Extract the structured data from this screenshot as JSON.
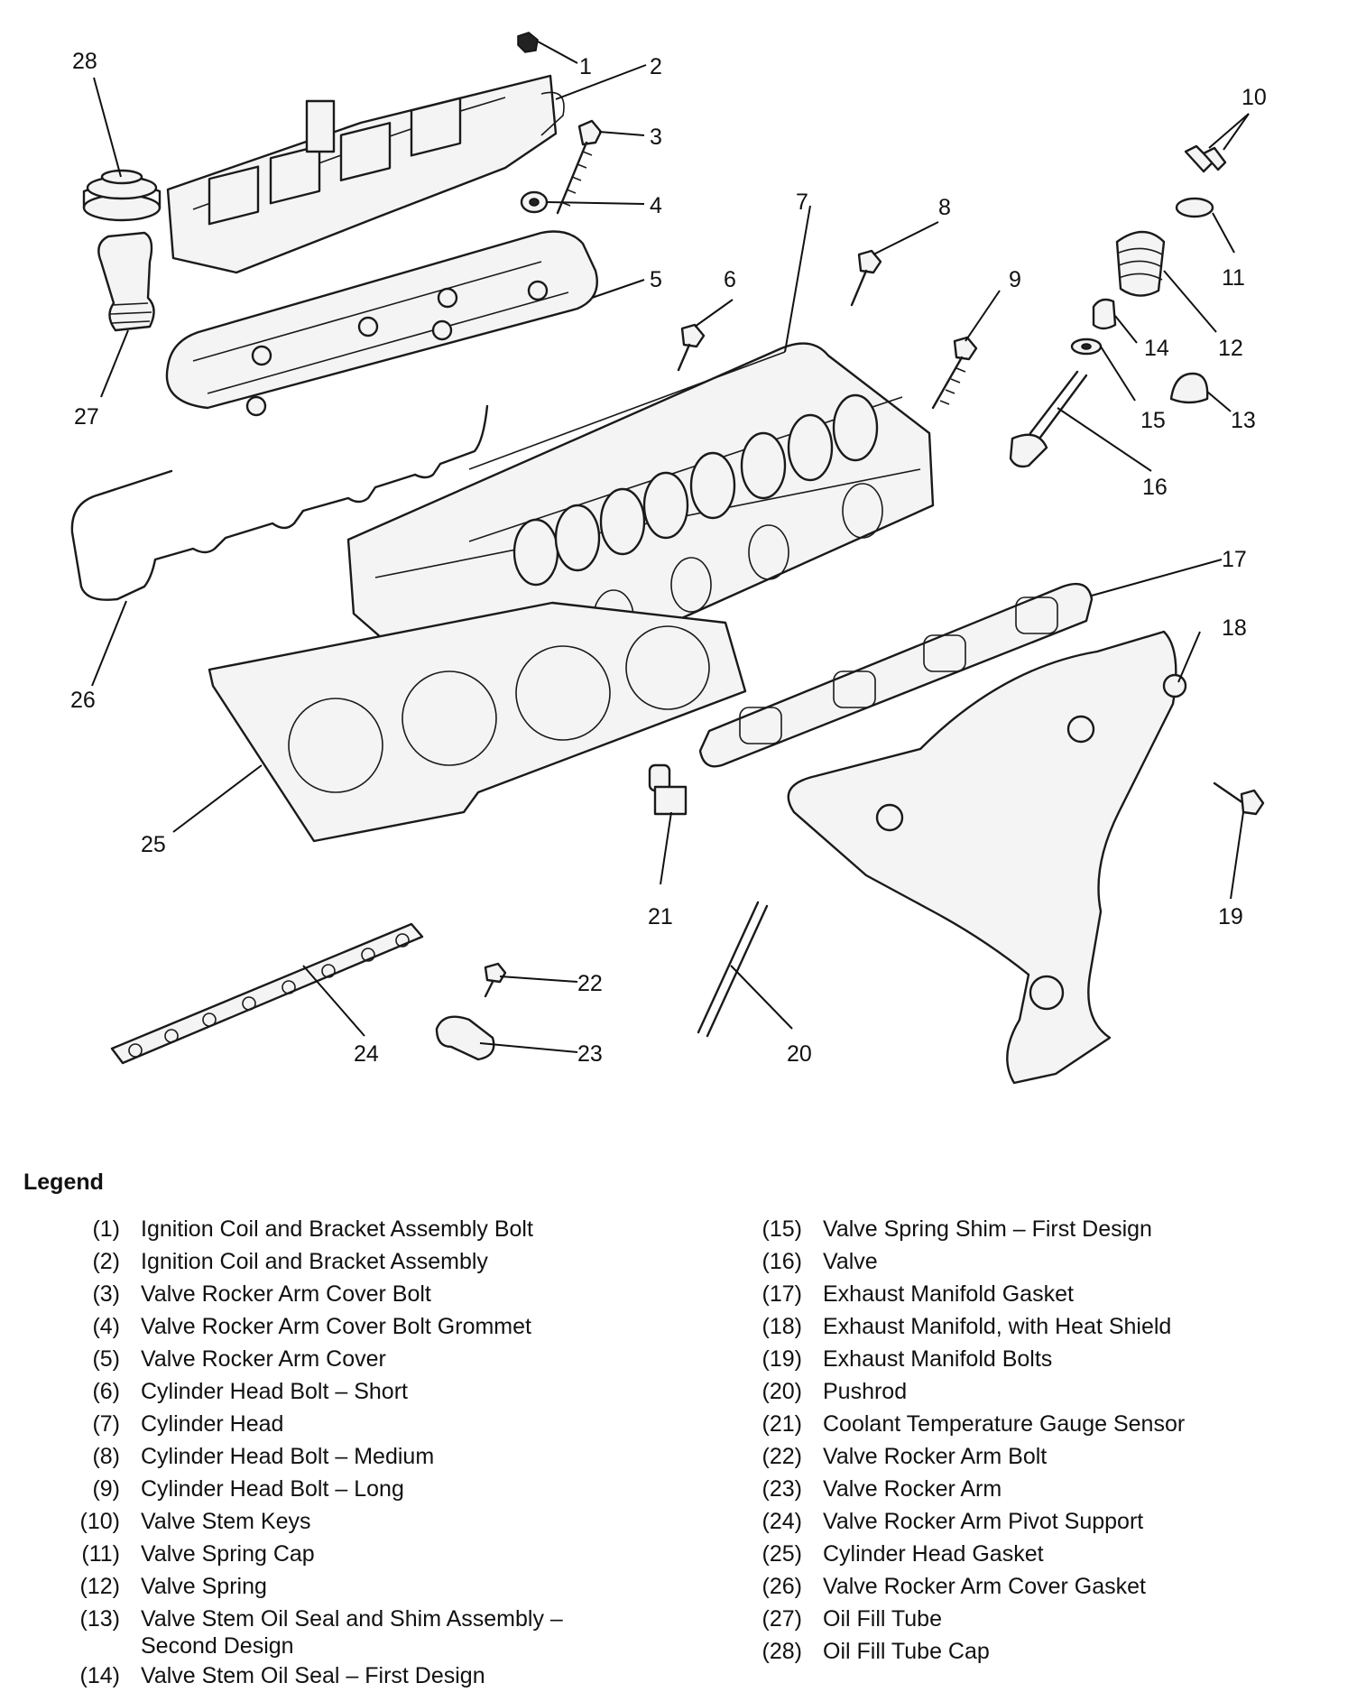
{
  "callouts": [
    "1",
    "2",
    "3",
    "4",
    "5",
    "6",
    "7",
    "8",
    "9",
    "10",
    "11",
    "12",
    "13",
    "14",
    "15",
    "16",
    "17",
    "18",
    "19",
    "20",
    "21",
    "22",
    "23",
    "24",
    "25",
    "26",
    "27",
    "28"
  ],
  "legend": {
    "title": "Legend",
    "items": [
      {
        "num": "(1)",
        "text": "Ignition Coil and Bracket Assembly Bolt"
      },
      {
        "num": "(2)",
        "text": "Ignition Coil and Bracket Assembly"
      },
      {
        "num": "(3)",
        "text": "Valve Rocker Arm Cover Bolt"
      },
      {
        "num": "(4)",
        "text": "Valve Rocker Arm Cover Bolt Grommet"
      },
      {
        "num": "(5)",
        "text": "Valve Rocker Arm Cover"
      },
      {
        "num": "(6)",
        "text": "Cylinder Head Bolt – Short"
      },
      {
        "num": "(7)",
        "text": "Cylinder Head"
      },
      {
        "num": "(8)",
        "text": "Cylinder Head Bolt – Medium"
      },
      {
        "num": "(9)",
        "text": "Cylinder Head Bolt – Long"
      },
      {
        "num": "(10)",
        "text": "Valve Stem Keys"
      },
      {
        "num": "(11)",
        "text": "Valve Spring Cap"
      },
      {
        "num": "(12)",
        "text": "Valve Spring"
      },
      {
        "num": "(13)",
        "text": "Valve Stem Oil Seal and Shim Assembly –\nSecond Design"
      },
      {
        "num": "(14)",
        "text": "Valve Stem Oil Seal – First Design"
      },
      {
        "num": "(15)",
        "text": "Valve Spring Shim – First Design"
      },
      {
        "num": "(16)",
        "text": "Valve"
      },
      {
        "num": "(17)",
        "text": "Exhaust Manifold Gasket"
      },
      {
        "num": "(18)",
        "text": "Exhaust Manifold, with Heat Shield"
      },
      {
        "num": "(19)",
        "text": "Exhaust Manifold Bolts"
      },
      {
        "num": "(20)",
        "text": "Pushrod"
      },
      {
        "num": "(21)",
        "text": "Coolant Temperature Gauge Sensor"
      },
      {
        "num": "(22)",
        "text": "Valve Rocker Arm Bolt"
      },
      {
        "num": "(23)",
        "text": "Valve Rocker Arm"
      },
      {
        "num": "(24)",
        "text": "Valve Rocker Arm Pivot Support"
      },
      {
        "num": "(25)",
        "text": "Cylinder Head Gasket"
      },
      {
        "num": "(26)",
        "text": "Valve Rocker Arm Cover Gasket"
      },
      {
        "num": "(27)",
        "text": "Oil Fill Tube"
      },
      {
        "num": "(28)",
        "text": "Oil Fill Tube Cap"
      }
    ]
  }
}
